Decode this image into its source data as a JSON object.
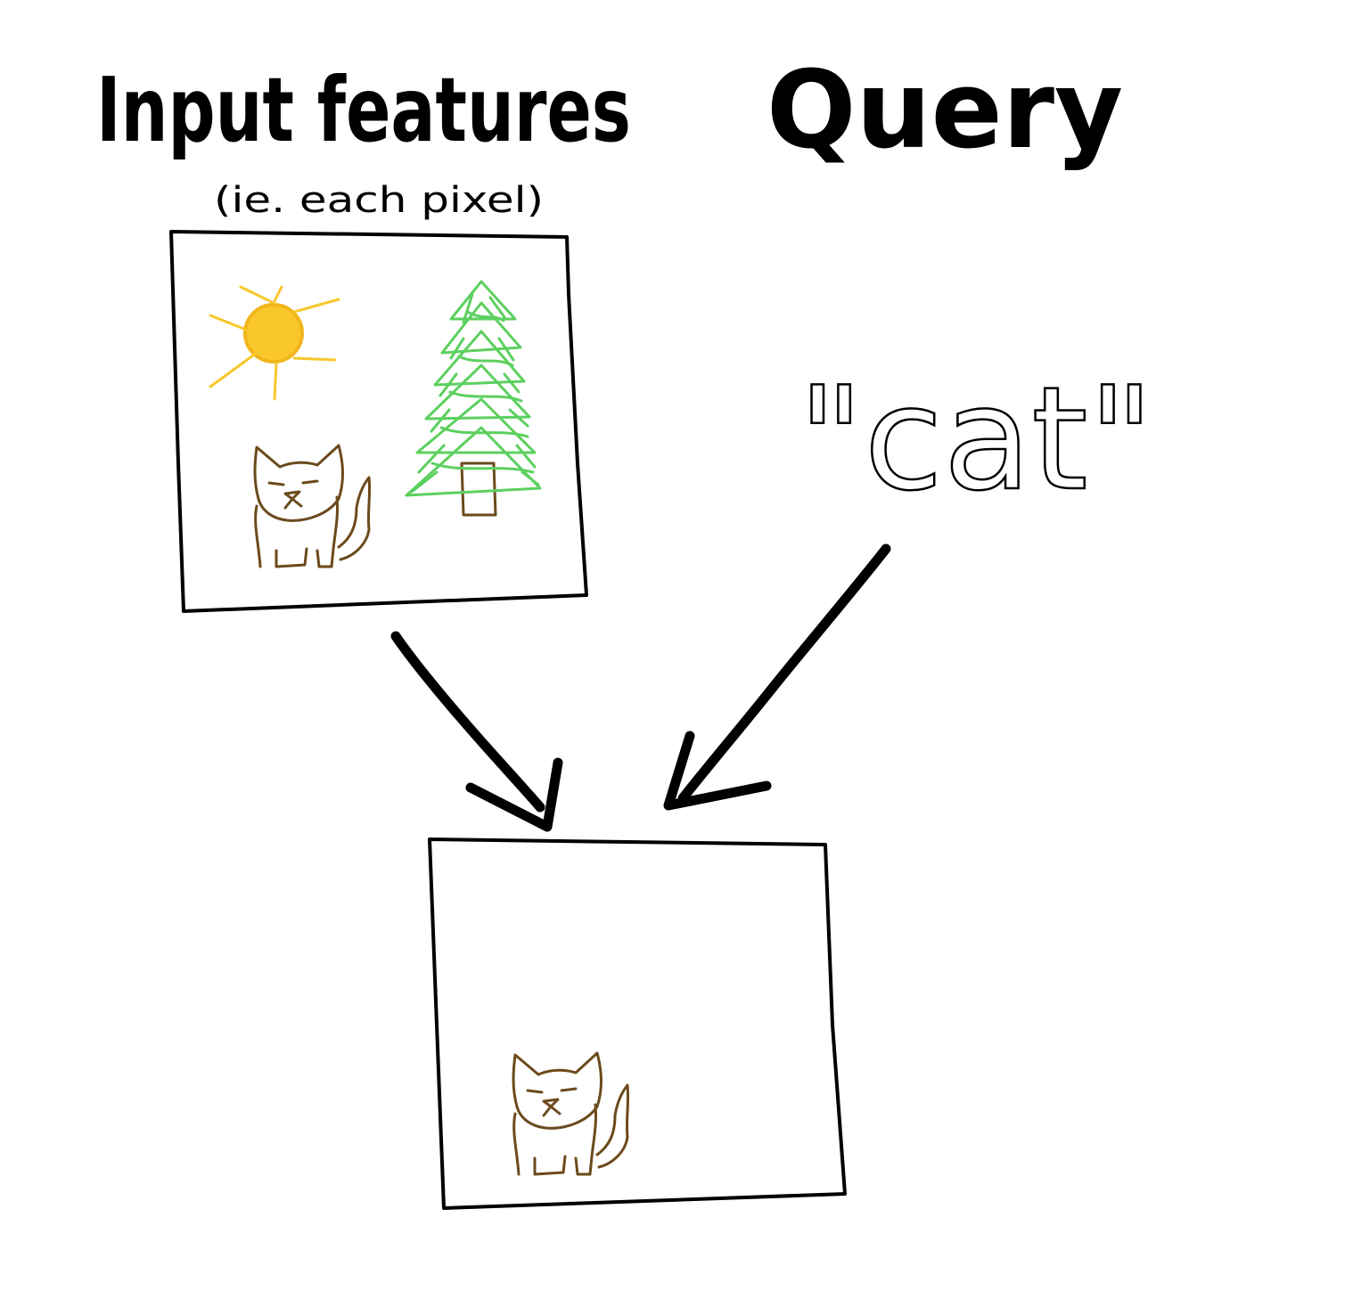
{
  "labels": {
    "input_title": "Input features",
    "input_subtitle": "(ie. each pixel)",
    "query_title": "Query",
    "query_text": "\"cat\""
  },
  "colors": {
    "ink": "#000000",
    "sun": "#F9C72C",
    "tree": "#5CD05F",
    "trunk_and_cat": "#6B4A1C",
    "background": "#FFFFFF"
  },
  "icons": {
    "input_panel": [
      "sun-icon",
      "tree-icon",
      "cat-icon"
    ],
    "output_panel": [
      "cat-icon"
    ]
  }
}
